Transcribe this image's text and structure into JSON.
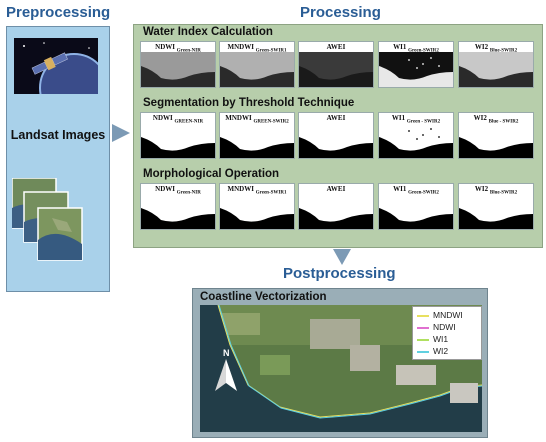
{
  "titles": {
    "preprocessing": "Preprocessing",
    "processing": "Processing",
    "postprocessing": "Postprocessing"
  },
  "preprocessing": {
    "landsat_label": "Landsat Images"
  },
  "processing": {
    "sections": [
      {
        "title": "Water Index Calculation",
        "kind": "index",
        "tiles": [
          {
            "main": "NDWI",
            "sub": "Green-NIR"
          },
          {
            "main": "MNDWI",
            "sub": "Green-SWIR1"
          },
          {
            "main": "AWEI",
            "sub": ""
          },
          {
            "main": "WI1",
            "sub": "Green-SWIR2"
          },
          {
            "main": "WI2",
            "sub": "Blue-SWIR2"
          }
        ]
      },
      {
        "title": "Segmentation by Threshold Technique",
        "kind": "threshold",
        "tiles": [
          {
            "main": "NDWI",
            "sub": "GREEN-NIR"
          },
          {
            "main": "MNDWI",
            "sub": "GREEN-SWIR2"
          },
          {
            "main": "AWEI",
            "sub": ""
          },
          {
            "main": "WI1",
            "sub": "Green - SWIR2"
          },
          {
            "main": "WI2",
            "sub": "Blue - SWIR2"
          }
        ]
      },
      {
        "title": "Morphological Operation",
        "kind": "morph",
        "tiles": [
          {
            "main": "NDWI",
            "sub": "Green-NIR"
          },
          {
            "main": "MNDWI",
            "sub": "Green-SWIR1"
          },
          {
            "main": "AWEI",
            "sub": ""
          },
          {
            "main": "WI1",
            "sub": "Green-SWIR2"
          },
          {
            "main": "WI2",
            "sub": "Blue-SWIR2"
          }
        ]
      }
    ]
  },
  "postprocessing": {
    "title": "Coastline Vectorization",
    "north_label": "N",
    "legend": [
      {
        "label": "MNDWI",
        "color": "#e8e060"
      },
      {
        "label": "NDWI",
        "color": "#e070d0"
      },
      {
        "label": "WI1",
        "color": "#b0e060"
      },
      {
        "label": "WI2",
        "color": "#60d0e0"
      }
    ]
  },
  "colors": {
    "title": "#2a5d95",
    "pre_box": "#a9d1ea",
    "proc_box": "#b7ceab",
    "post_box": "#9aaeb7",
    "arrow": "#7c9ab5"
  }
}
